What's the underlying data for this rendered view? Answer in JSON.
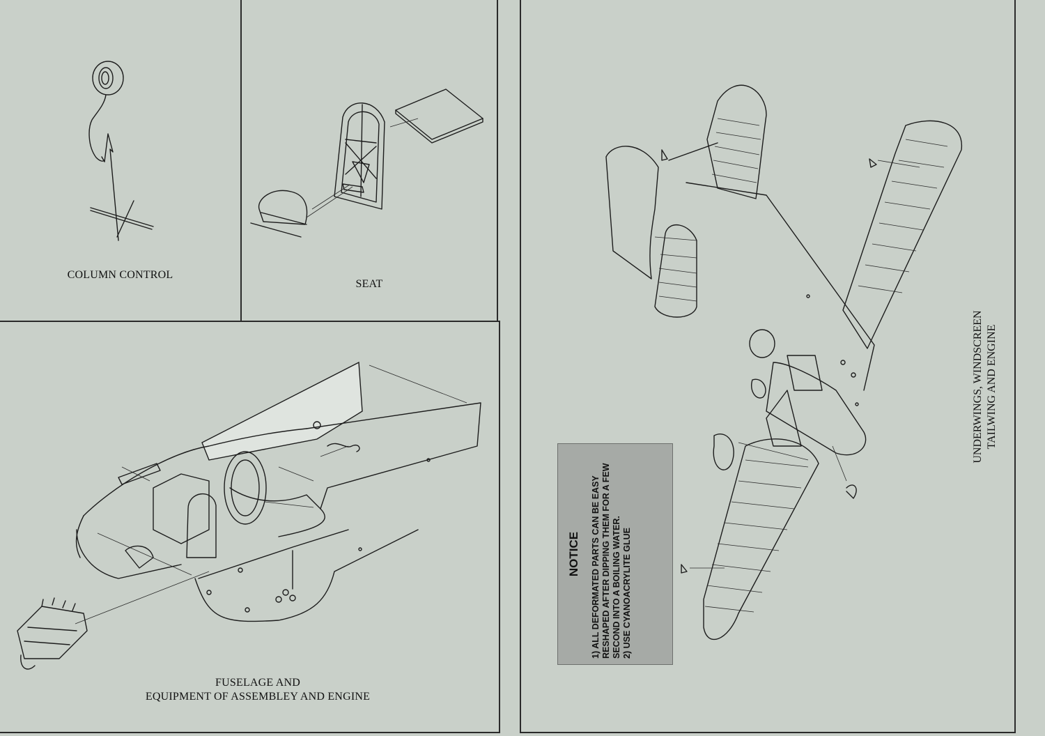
{
  "captions": {
    "column_control": "COLUMN CONTROL",
    "seat": "SEAT",
    "fuselage_line1": "FUSELAGE AND",
    "fuselage_line2": "EQUIPMENT OF ASSEMBLEY AND ENGINE",
    "right_line1": "UNDERWINGS, WINDSCREEN",
    "right_line2": "TAILWING AND ENGINE"
  },
  "notice": {
    "title": "NOTICE",
    "items": [
      "1) ALL DEFORMATED PARTS CAN BE EASY RESHAPED AFTER DIPPING THEM FOR A FEW SECOND INTO A BOILING WATER.",
      "2) USE CYANOACRYLITE GLUE"
    ]
  },
  "colors": {
    "background": "#c9d0c9",
    "notice_box": "#a6aaa6",
    "ink": "#1c1c1c"
  }
}
